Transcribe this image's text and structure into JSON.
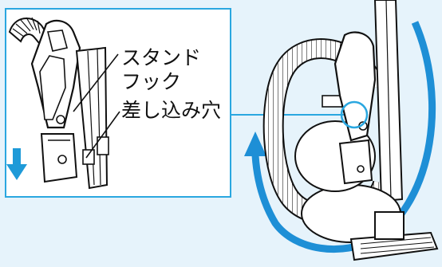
{
  "colors": {
    "background": "#e6f3fb",
    "accent": "#2aa7e0",
    "arrow_down": "#1e9ad8",
    "rotation_arrow": "#1e8fd6",
    "outline": "#1a1a1a"
  },
  "labels": {
    "stand_hook_line1": "スタンド",
    "stand_hook_line2": "フック",
    "insert_hole": "差し込み穴"
  },
  "icons": {
    "down_arrow": "down-arrow-icon",
    "rotate_arrow": "rotate-arrow-icon"
  }
}
